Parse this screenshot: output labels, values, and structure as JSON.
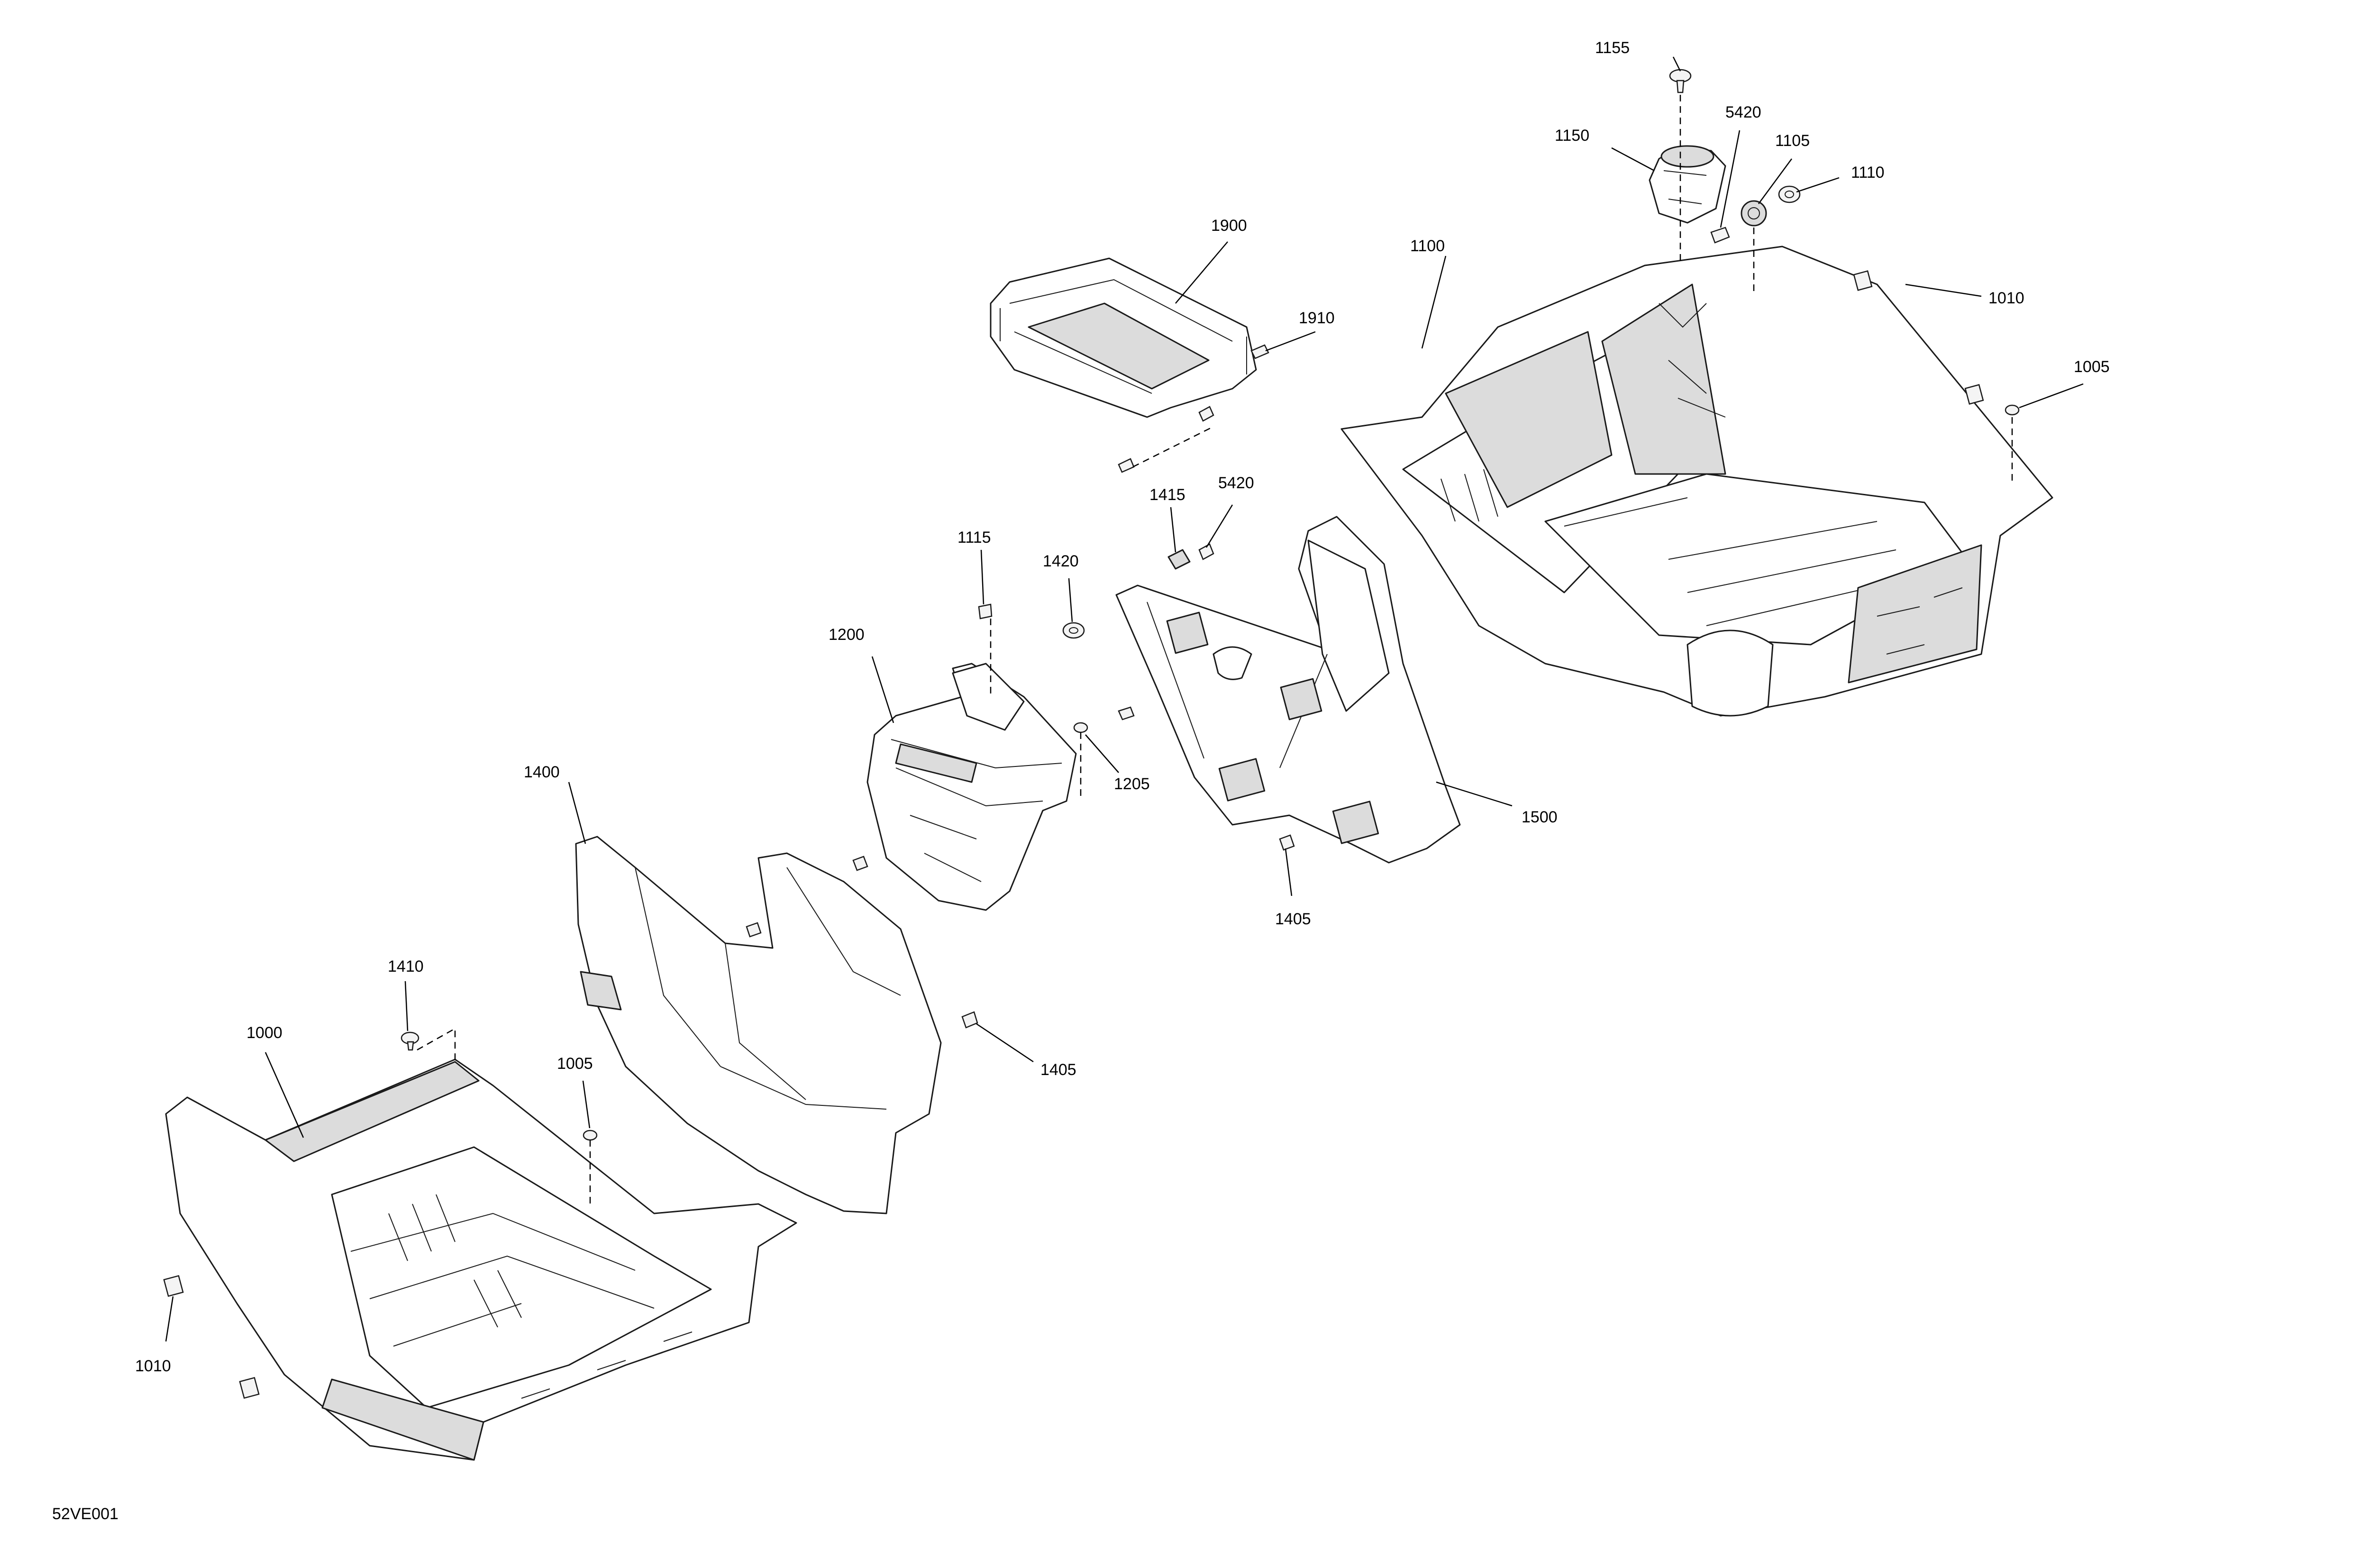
{
  "diagram_code": "52VE001",
  "callouts": {
    "c1155": "1155",
    "c1150": "1150",
    "c5420a": "5420",
    "c1105": "1105",
    "c1110": "1110",
    "c1900": "1900",
    "c1100": "1100",
    "c1010a": "1010",
    "c1910": "1910",
    "c1005a": "1005",
    "c1415": "1415",
    "c5420b": "5420",
    "c1115": "1115",
    "c1420": "1420",
    "c1200": "1200",
    "c1205": "1205",
    "c1500": "1500",
    "c1400": "1400",
    "c1405a": "1405",
    "c1405b": "1405",
    "c1410": "1410",
    "c1000": "1000",
    "c1005b": "1005",
    "c1010b": "1010"
  }
}
